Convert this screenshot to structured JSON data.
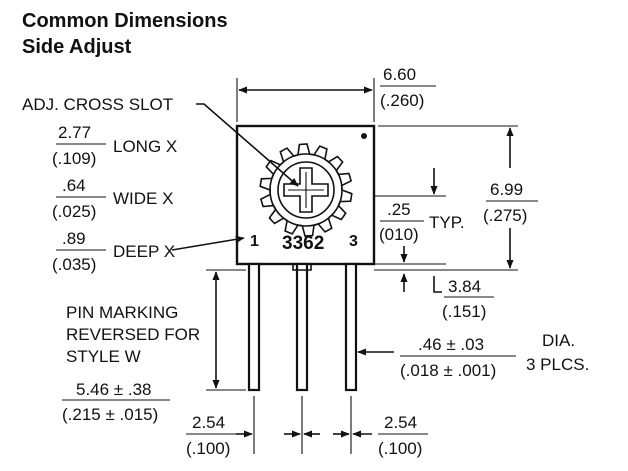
{
  "title": {
    "line1": "Common Dimensions",
    "line2": "Side Adjust"
  },
  "labels": {
    "adj_cross_slot": "ADJ. CROSS SLOT",
    "long": "LONG X",
    "wide": "WIDE X",
    "deep": "DEEP X",
    "pin_marking_1": "PIN MARKING",
    "pin_marking_2": "REVERSED FOR",
    "pin_marking_3": "STYLE W",
    "typ": "TYP.",
    "dia": "DIA.",
    "plcs": "3 PLCS."
  },
  "dimensions": {
    "long_mm": "2.77",
    "long_in": "(.109)",
    "wide_mm": ".64",
    "wide_in": "(.025)",
    "deep_mm": ".89",
    "deep_in": "(.035)",
    "width_mm": "6.60",
    "width_in": "(.260)",
    "height_mm": "6.99",
    "height_in": "(.275)",
    "standoff_mm": ".25",
    "standoff_in": "(010)",
    "pin_offset_mm": "3.84",
    "pin_offset_in": "(.151)",
    "pin_dia_mm": ".46 ± .03",
    "pin_dia_in": "(.018 ± .001)",
    "pin_len_mm": "5.46 ± .38",
    "pin_len_in": "(.215 ± .015)",
    "pitch_left_mm": "2.54",
    "pitch_left_in": "(.100)",
    "pitch_right_mm": "2.54",
    "pitch_right_in": "(.100)"
  },
  "markings": {
    "model": "3362",
    "pin1": "1",
    "pin3": "3"
  }
}
